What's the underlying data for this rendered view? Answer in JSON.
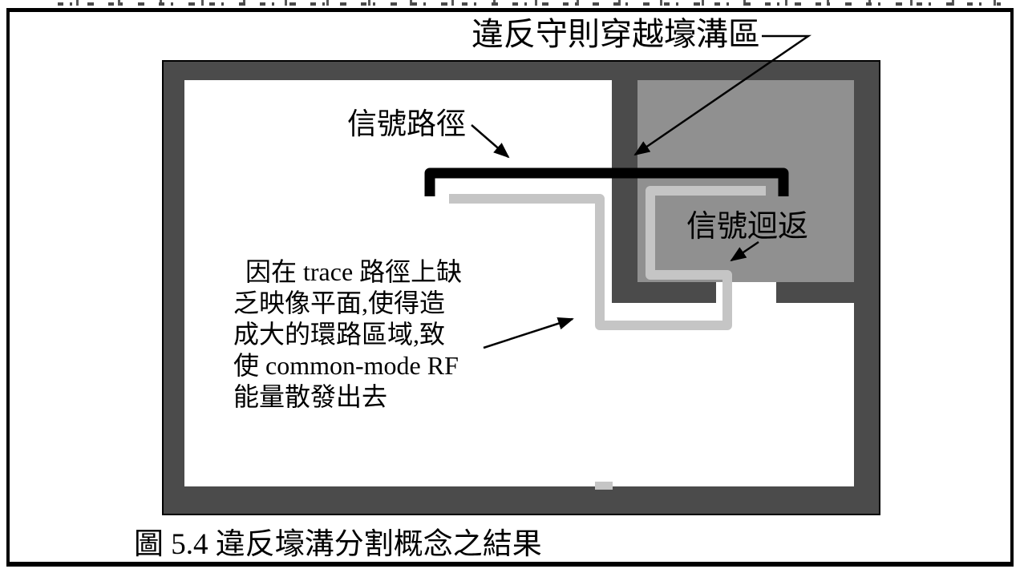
{
  "figure": {
    "caption": "圖 5.4 違反壕溝分割概念之結果",
    "labels": {
      "violation": "違反守則穿越壕溝區",
      "signal_path": "信號路徑",
      "signal_return": "信號迴返"
    },
    "note_lines": [
      "因在 trace 路徑上缺",
      "乏映像平面,使得造",
      "成大的環路區域,致",
      "使 common-mode RF",
      "能量散發出去"
    ],
    "colors": {
      "board_and_moat_dark": "#4b4b4b",
      "island_gray": "#909090",
      "return_trace_light": "#c5c5c5",
      "signal_trace_black": "#000000",
      "background": "#ffffff",
      "border_black": "#000000"
    }
  }
}
